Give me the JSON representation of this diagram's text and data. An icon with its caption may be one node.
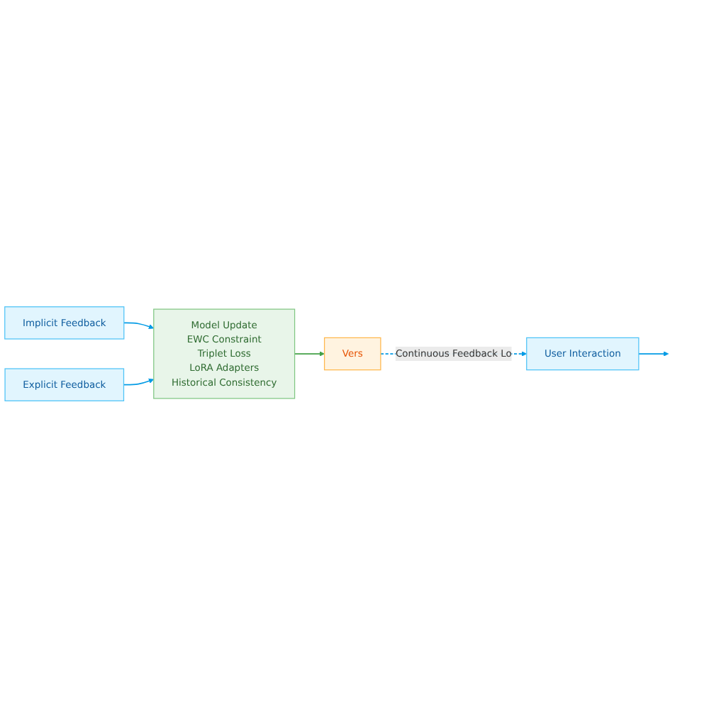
{
  "diagram": {
    "nodes": [
      {
        "text": [
          "User Interaction"
        ]
      },
      {
        "text": [
          "Implicit Feedback"
        ]
      },
      {
        "text": [
          "Explicit Feedback"
        ]
      },
      {
        "text": [
          "Model Update",
          "EWC Constraint",
          "Triplet Loss",
          "LoRA Adapters",
          "Historical Consistency"
        ]
      },
      {
        "text": [
          "Vers"
        ]
      }
    ],
    "edges": [
      {
        "from": 0,
        "to": null,
        "arrow": "to"
      },
      {
        "from": 1,
        "to": 3,
        "arrow": "to"
      },
      {
        "from": 2,
        "to": 3,
        "arrow": "to"
      },
      {
        "from": 3,
        "to": 4,
        "arrow": "to",
        "color": "#43a047"
      },
      {
        "from": 4,
        "to": 0,
        "arrow": "to",
        "style": "dashed",
        "label": "Continuous Feedback Lo"
      }
    ]
  }
}
